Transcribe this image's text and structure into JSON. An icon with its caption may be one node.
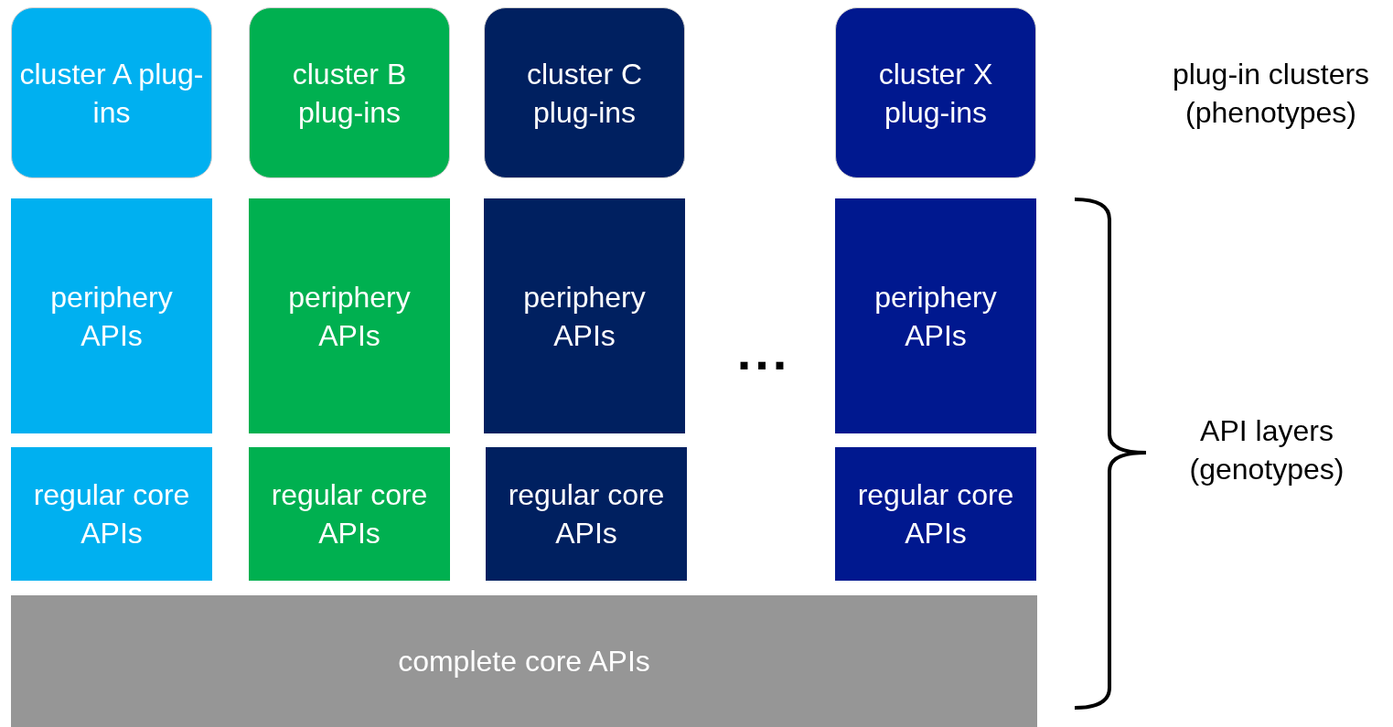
{
  "diagram": {
    "nodes": [
      {
        "text": [
          "cluster A plug-ins"
        ]
      },
      {
        "text": [
          "cluster B plug-ins"
        ]
      },
      {
        "text": [
          "cluster C plug-ins"
        ]
      },
      {
        "text": [
          "cluster X plug-ins"
        ]
      },
      {
        "text": [
          "periphery APIs"
        ]
      },
      {
        "text": [
          "periphery APIs"
        ]
      },
      {
        "text": [
          "periphery APIs"
        ]
      },
      {
        "text": [
          "periphery APIs"
        ]
      },
      {
        "text": [
          "regular core APIs"
        ]
      },
      {
        "text": [
          "regular core APIs"
        ]
      },
      {
        "text": [
          "regular core APIs"
        ]
      },
      {
        "text": [
          "regular core APIs"
        ]
      },
      {
        "text": [
          "complete core APIs"
        ]
      }
    ],
    "edges": [],
    "labels": [
      "...",
      "plug-in clusters (phenotypes)",
      "API layers (genotypes)"
    ]
  }
}
